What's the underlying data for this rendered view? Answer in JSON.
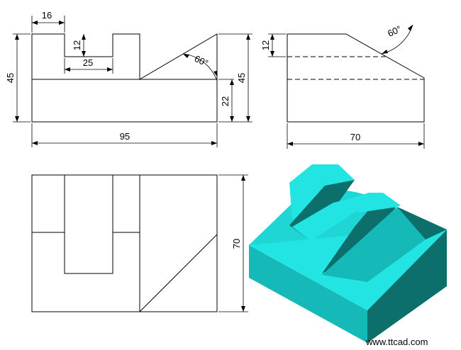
{
  "front_view": {
    "dim_slot_wall": "16",
    "dim_slot_depth": "12",
    "dim_slot_width": "25",
    "dim_angle": "60°",
    "dim_height_left": "45",
    "dim_height_right": "45",
    "dim_step_height": "22",
    "dim_total_width": "95"
  },
  "side_view": {
    "dim_top_offset": "12",
    "dim_angle": "60°",
    "dim_depth": "70"
  },
  "top_view": {
    "dim_depth": "70"
  },
  "colors": {
    "iso_light": "#22e5e3",
    "iso_mid": "#14b9b8",
    "iso_dark": "#0c6f6c",
    "line": "#000000"
  },
  "watermark": "www.ttcad.com"
}
